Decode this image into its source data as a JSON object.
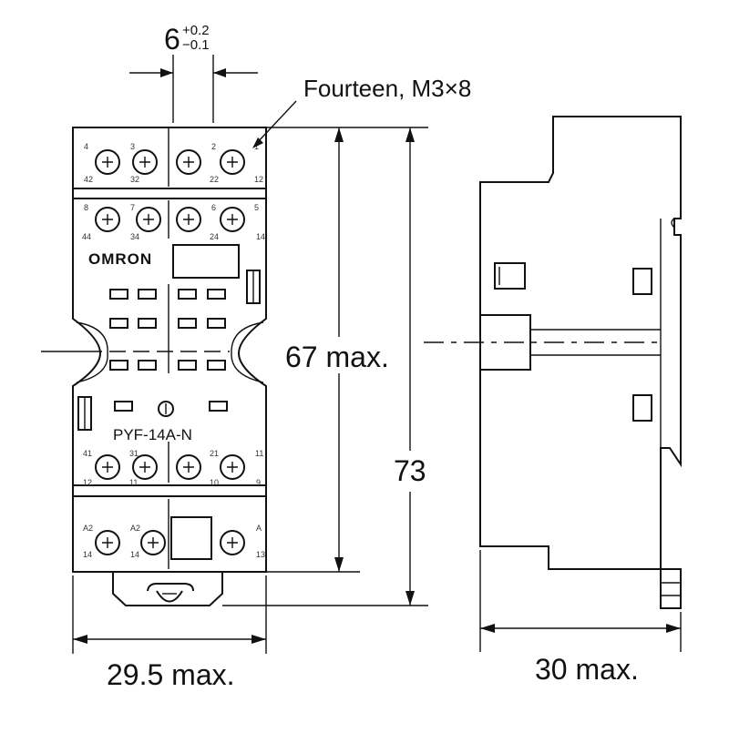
{
  "dimensions": {
    "pitch_base": "6",
    "pitch_tol_plus": "+0.2",
    "pitch_tol_minus": "−0.1",
    "screws_note": "Fourteen, M3×8",
    "height_body": "67 max.",
    "height_total": "73",
    "width_front": "29.5 max.",
    "depth_side": "30 max."
  },
  "socket": {
    "brand": "OMRON",
    "model": "PYF-14A-N",
    "terminals": {
      "row1_top": [
        "4",
        "3",
        "2",
        "1"
      ],
      "row1_bottom": [
        "42",
        "32",
        "22",
        "12"
      ],
      "row2_top": [
        "8",
        "7",
        "6",
        "5"
      ],
      "row2_bottom": [
        "44",
        "34",
        "24",
        "14"
      ],
      "row3_top": [
        "41",
        "31",
        "21",
        "11"
      ],
      "row3_bottom": [
        "12",
        "11",
        "10",
        "9"
      ],
      "row4_top": [
        "A2",
        "A2",
        "A"
      ],
      "row4_bottom": [
        "14",
        "14",
        "13"
      ]
    }
  }
}
